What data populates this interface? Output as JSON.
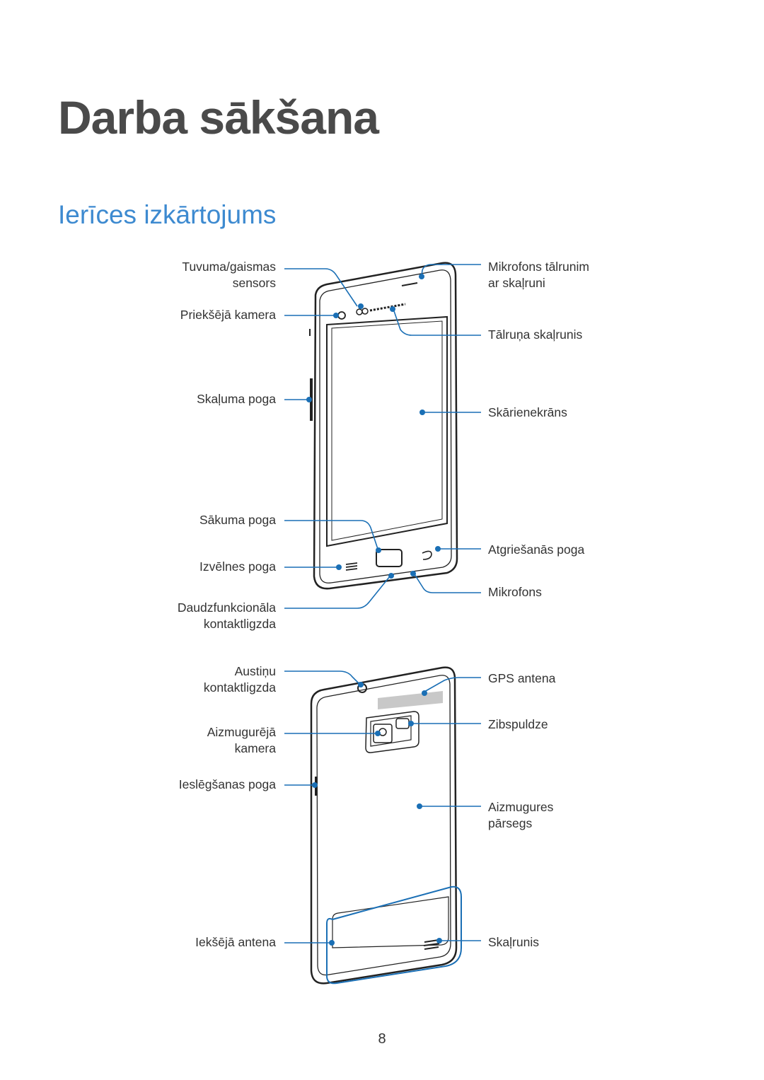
{
  "chapter_title": "Darba sākšana",
  "section_title": "Ierīces izkārtojums",
  "front_labels": {
    "proximity_sensor": [
      "Tuvuma/gaismas",
      "sensors"
    ],
    "front_camera": "Priekšējā kamera",
    "volume_key": "Skaļuma poga",
    "home_key": "Sākuma poga",
    "menu_key": "Izvēlnes poga",
    "multipurpose_jack": [
      "Daudzfunkcionāla",
      "kontaktligzda"
    ],
    "mic_speakerphone": [
      "Mikrofons tālrunim",
      "ar skaļruni"
    ],
    "earpiece": "Tālruņa skaļrunis",
    "touch_screen": "Skārienekrāns",
    "back_key": "Atgriešanās poga",
    "microphone": "Mikrofons"
  },
  "rear_labels": {
    "headset_jack": [
      "Austiņu",
      "kontaktligzda"
    ],
    "rear_camera": [
      "Aizmugurējā",
      "kamera"
    ],
    "power_key": "Ieslēgšanas poga",
    "internal_antenna": "Iekšējā antena",
    "gps_antenna": "GPS antena",
    "flash": "Zibspuldze",
    "back_cover": [
      "Aizmugures",
      "pārsegs"
    ],
    "speaker": "Skaļrunis"
  },
  "page_number": "8",
  "colors": {
    "accent": "#3d8ad0",
    "callout": "#1a6fb5",
    "title": "#4a4a4a"
  }
}
